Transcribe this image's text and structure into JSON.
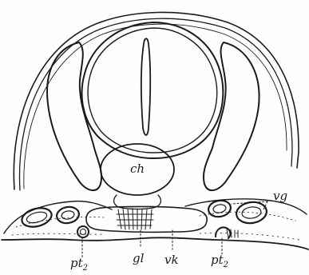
{
  "figure": {
    "labels": {
      "ch": "ch",
      "vg": "vg",
      "gl": "gl",
      "vk": "vk",
      "pt2_left": "pt",
      "pt2_left_sub": "2",
      "pt2_right": "pt",
      "pt2_right_sub": "2"
    }
  }
}
